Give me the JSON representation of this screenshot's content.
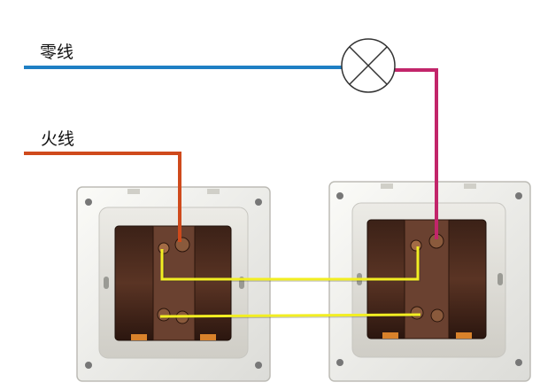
{
  "labels": {
    "neutral": "零线",
    "live": "火线"
  },
  "colors": {
    "neutral_wire": "#1f7fc4",
    "live_wire": "#cf4a1c",
    "lamp_wire": "#c2256a",
    "traveler_wire": "#f2ee22",
    "switch_plate": "#f1f1ee",
    "switch_body": "#4a2a1c"
  },
  "icons": {
    "lamp": "lamp-cross-symbol",
    "switch_left": "two-way-switch-back",
    "switch_right": "two-way-switch-back"
  }
}
